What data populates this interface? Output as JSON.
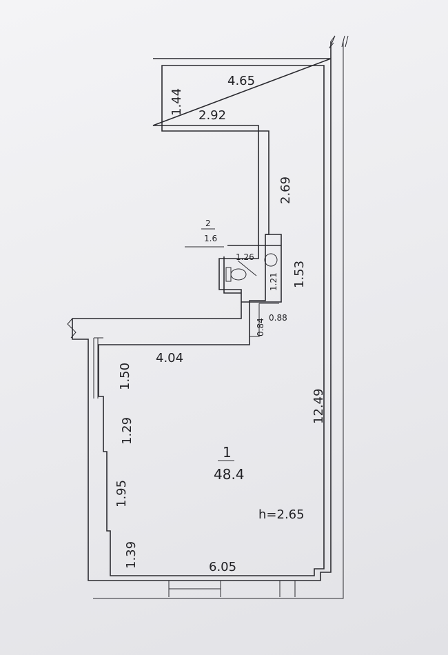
{
  "dimensions": {
    "top_width": "4.65",
    "top_left_height": "1.44",
    "upper_inner_width": "2.92",
    "corridor_height": "2.69",
    "bath_inner_width": "1.26",
    "bath_inner_height": "1.21",
    "bath_outer_height": "1.53",
    "bath_step_a": "0.84",
    "bath_step_b": "0.88",
    "main_upper_width": "4.04",
    "main_right_height": "12.49",
    "left_segment_1": "1.50",
    "left_segment_2": "1.29",
    "left_segment_3": "1.95",
    "left_segment_4": "1.39",
    "bottom_width": "6.05",
    "ceiling_height": "h=2.65"
  },
  "rooms": [
    {
      "number": "1",
      "area": "48.4"
    },
    {
      "number": "2",
      "area": "1.6"
    }
  ],
  "colors": {
    "ink": "#2b2b30",
    "paper": "#f0f0f3"
  }
}
